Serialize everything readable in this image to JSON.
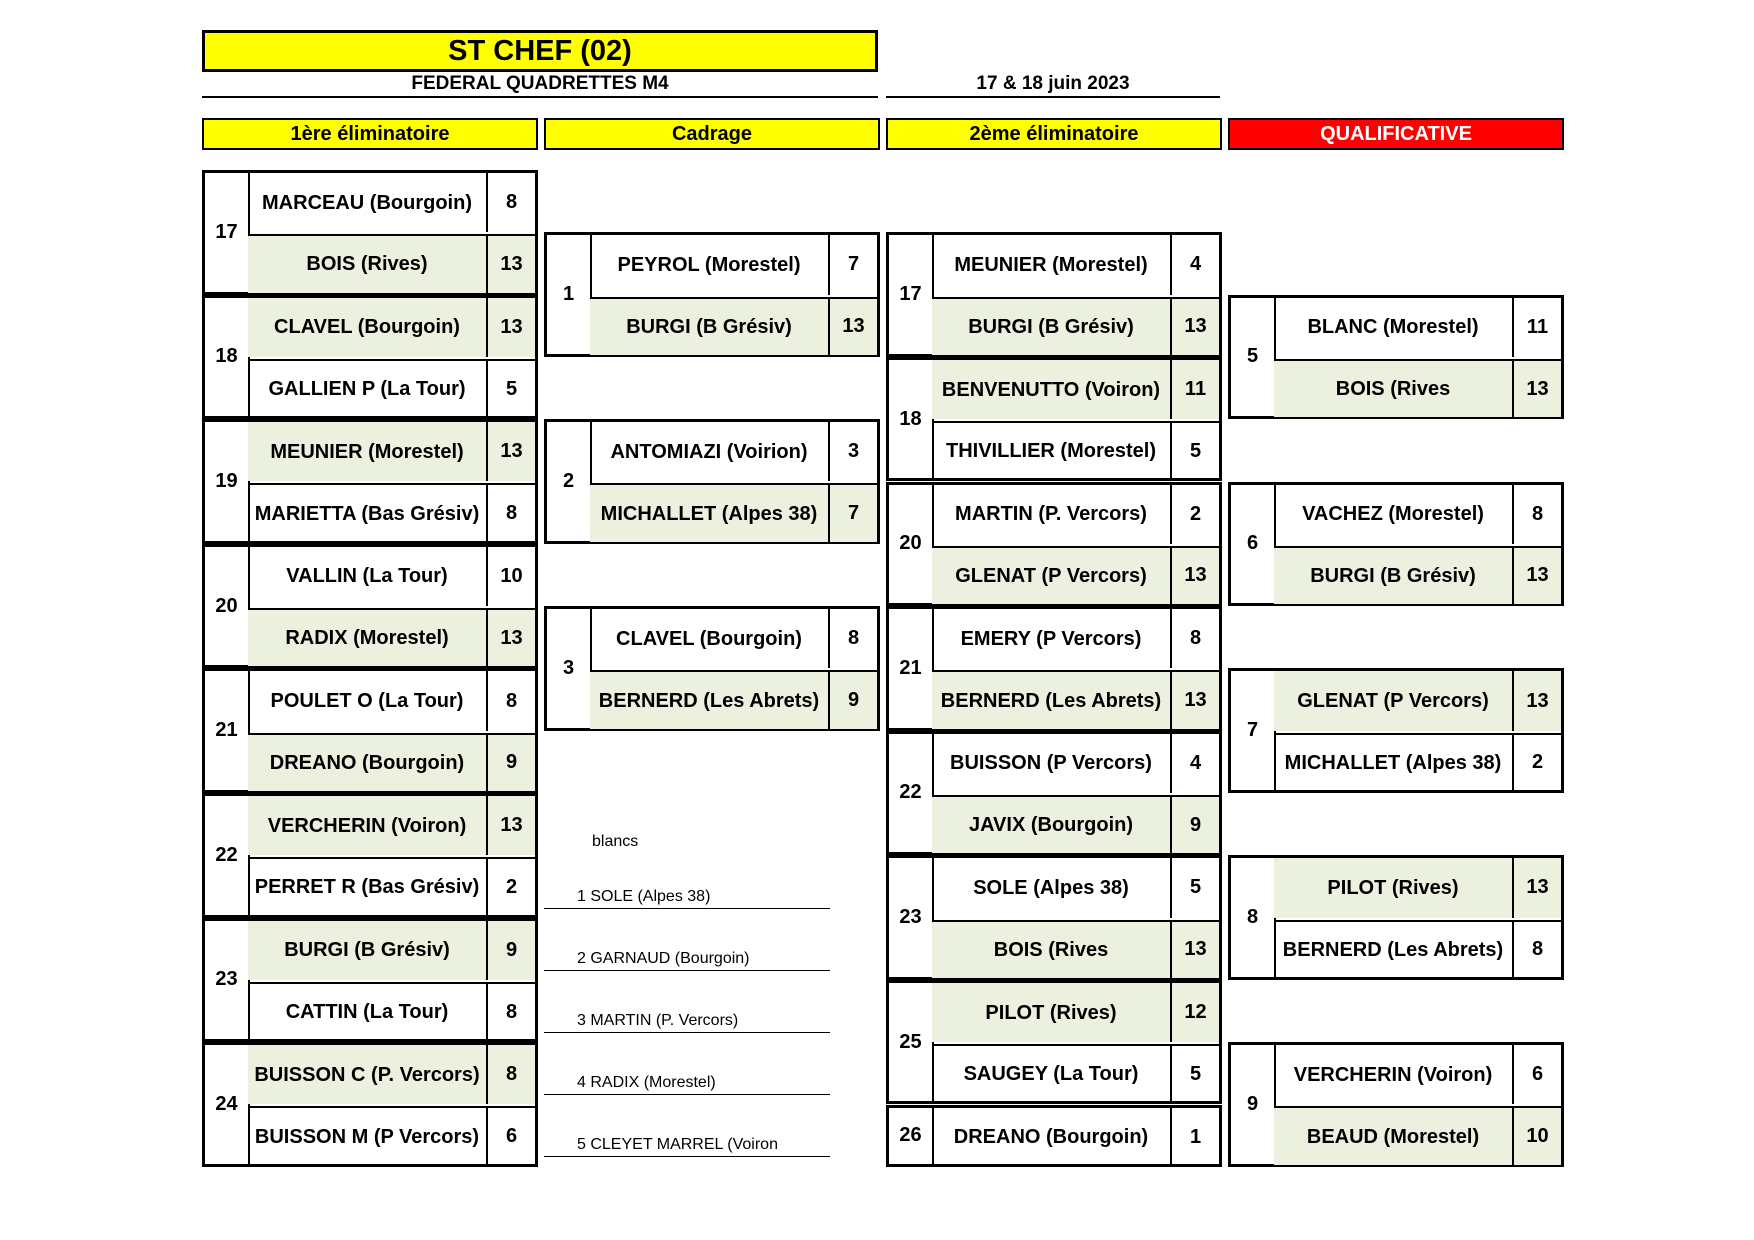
{
  "header": {
    "title": "ST CHEF (02)",
    "subtitle": "FEDERAL QUADRETTES  M4",
    "date": "17 & 18 juin 2023"
  },
  "stages": [
    "1ère éliminatoire",
    "Cadrage",
    "2ème éliminatoire",
    "QUALIFICATIVE"
  ],
  "colors": {
    "stage_header": "#ffff00",
    "qualificative_header": "#ff0000",
    "winner_fill": "#ebf1de"
  },
  "first_elim": [
    {
      "num": "17",
      "teams": [
        {
          "name": "MARCEAU (Bourgoin)",
          "score": "8",
          "win": false
        },
        {
          "name": "BOIS (Rives)",
          "score": "13",
          "win": true
        }
      ]
    },
    {
      "num": "18",
      "teams": [
        {
          "name": "CLAVEL (Bourgoin)",
          "score": "13",
          "win": true
        },
        {
          "name": "GALLIEN P (La Tour)",
          "score": "5",
          "win": false
        }
      ]
    },
    {
      "num": "19",
      "teams": [
        {
          "name": "MEUNIER (Morestel)",
          "score": "13",
          "win": true
        },
        {
          "name": "MARIETTA (Bas Grésiv)",
          "score": "8",
          "win": false
        }
      ]
    },
    {
      "num": "20",
      "teams": [
        {
          "name": "VALLIN (La Tour)",
          "score": "10",
          "win": false
        },
        {
          "name": "RADIX (Morestel)",
          "score": "13",
          "win": true
        }
      ]
    },
    {
      "num": "21",
      "teams": [
        {
          "name": "POULET O (La Tour)",
          "score": "8",
          "win": false
        },
        {
          "name": "DREANO (Bourgoin)",
          "score": "9",
          "win": true
        }
      ]
    },
    {
      "num": "22",
      "teams": [
        {
          "name": "VERCHERIN (Voiron)",
          "score": "13",
          "win": true
        },
        {
          "name": "PERRET R (Bas Grésiv)",
          "score": "2",
          "win": false
        }
      ]
    },
    {
      "num": "23",
      "teams": [
        {
          "name": "BURGI (B Grésiv)",
          "score": "9",
          "win": true
        },
        {
          "name": "CATTIN (La Tour)",
          "score": "8",
          "win": false
        }
      ]
    },
    {
      "num": "24",
      "teams": [
        {
          "name": "BUISSON C (P. Vercors)",
          "score": "8",
          "win": true
        },
        {
          "name": "BUISSON M (P Vercors)",
          "score": "6",
          "win": false
        }
      ]
    }
  ],
  "cadrage": [
    {
      "num": "1",
      "teams": [
        {
          "name": "PEYROL (Morestel)",
          "score": "7",
          "win": false
        },
        {
          "name": "BURGI (B Grésiv)",
          "score": "13",
          "win": true
        }
      ]
    },
    {
      "num": "2",
      "teams": [
        {
          "name": "ANTOMIAZI (Voirion)",
          "score": "3",
          "win": false
        },
        {
          "name": "MICHALLET (Alpes 38)",
          "score": "7",
          "win": true
        }
      ]
    },
    {
      "num": "3",
      "teams": [
        {
          "name": "CLAVEL (Bourgoin)",
          "score": "8",
          "win": false
        },
        {
          "name": "BERNERD (Les Abrets)",
          "score": "9",
          "win": true
        }
      ]
    }
  ],
  "blancs": {
    "title": "blancs",
    "items": [
      "1  SOLE (Alpes 38)",
      "2  GARNAUD (Bourgoin)",
      "3  MARTIN (P. Vercors)",
      "4  RADIX (Morestel)",
      "5  CLEYET MARREL (Voiron"
    ]
  },
  "second_elim": [
    {
      "num": "17",
      "teams": [
        {
          "name": "MEUNIER (Morestel)",
          "score": "4",
          "win": false
        },
        {
          "name": "BURGI (B Grésiv)",
          "score": "13",
          "win": true
        }
      ]
    },
    {
      "num": "18",
      "teams": [
        {
          "name": "BENVENUTTO (Voiron)",
          "score": "11",
          "win": true
        },
        {
          "name": "THIVILLIER (Morestel)",
          "score": "5",
          "win": false
        }
      ]
    },
    {
      "num": "20",
      "teams": [
        {
          "name": "MARTIN (P. Vercors)",
          "score": "2",
          "win": false
        },
        {
          "name": "GLENAT (P Vercors)",
          "score": "13",
          "win": true
        }
      ]
    },
    {
      "num": "21",
      "teams": [
        {
          "name": "EMERY (P Vercors)",
          "score": "8",
          "win": false
        },
        {
          "name": "BERNERD (Les Abrets)",
          "score": "13",
          "win": true
        }
      ]
    },
    {
      "num": "22",
      "teams": [
        {
          "name": "BUISSON (P Vercors)",
          "score": "4",
          "win": false
        },
        {
          "name": "JAVIX (Bourgoin)",
          "score": "9",
          "win": true
        }
      ]
    },
    {
      "num": "23",
      "teams": [
        {
          "name": "SOLE (Alpes 38)",
          "score": "5",
          "win": false
        },
        {
          "name": "BOIS (Rives",
          "score": "13",
          "win": true
        }
      ]
    },
    {
      "num": "25",
      "teams": [
        {
          "name": "PILOT (Rives)",
          "score": "12",
          "win": true
        },
        {
          "name": "SAUGEY (La Tour)",
          "score": "5",
          "win": false
        }
      ]
    },
    {
      "num": "26",
      "teams": [
        {
          "name": "DREANO (Bourgoin)",
          "score": "1",
          "win": false
        }
      ]
    }
  ],
  "qualificative": [
    {
      "num": "5",
      "teams": [
        {
          "name": "BLANC (Morestel)",
          "score": "11",
          "win": false
        },
        {
          "name": "BOIS (Rives",
          "score": "13",
          "win": true
        }
      ]
    },
    {
      "num": "6",
      "teams": [
        {
          "name": "VACHEZ (Morestel)",
          "score": "8",
          "win": false
        },
        {
          "name": "BURGI (B Grésiv)",
          "score": "13",
          "win": true
        }
      ]
    },
    {
      "num": "7",
      "teams": [
        {
          "name": "GLENAT (P Vercors)",
          "score": "13",
          "win": true
        },
        {
          "name": "MICHALLET (Alpes 38)",
          "score": "2",
          "win": false
        }
      ]
    },
    {
      "num": "8",
      "teams": [
        {
          "name": "PILOT (Rives)",
          "score": "13",
          "win": true
        },
        {
          "name": "BERNERD (Les Abrets)",
          "score": "8",
          "win": false
        }
      ]
    },
    {
      "num": "9",
      "teams": [
        {
          "name": "VERCHERIN (Voiron)",
          "score": "6",
          "win": false
        },
        {
          "name": "BEAUD (Morestel)",
          "score": "10",
          "win": true
        }
      ]
    }
  ]
}
